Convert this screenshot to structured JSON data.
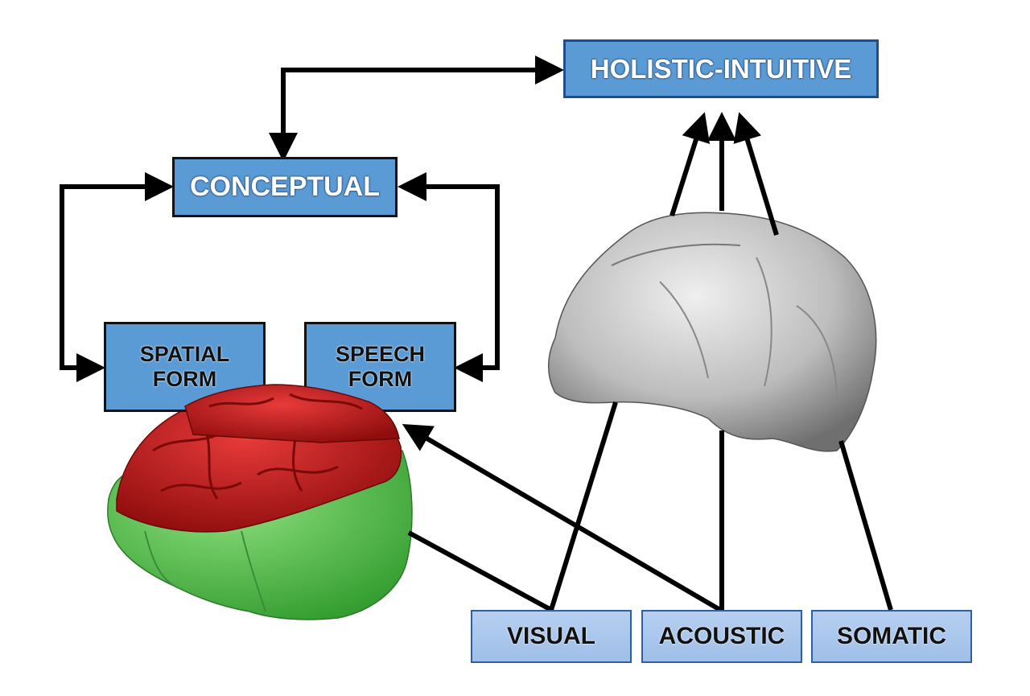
{
  "boxes": {
    "holistic": "HOLISTIC-INTUITIVE",
    "conceptual": "CONCEPTUAL",
    "spatial_line1": "SPATIAL",
    "spatial_line2": "FORM",
    "speech_line1": "SPEECH",
    "speech_line2": "FORM",
    "visual": "VISUAL",
    "acoustic": "ACOUSTIC",
    "somatic": "SOMATIC"
  },
  "colors": {
    "box_blue": "#5b9bd5",
    "box_light": "#a9c6ec",
    "brain_red": "#d42020",
    "brain_green": "#5ecb55",
    "skull_gray": "#c8c8c8",
    "arrow": "#000000"
  },
  "illustrations": {
    "brain": "brain-illustration",
    "skull": "skull-illustration"
  }
}
